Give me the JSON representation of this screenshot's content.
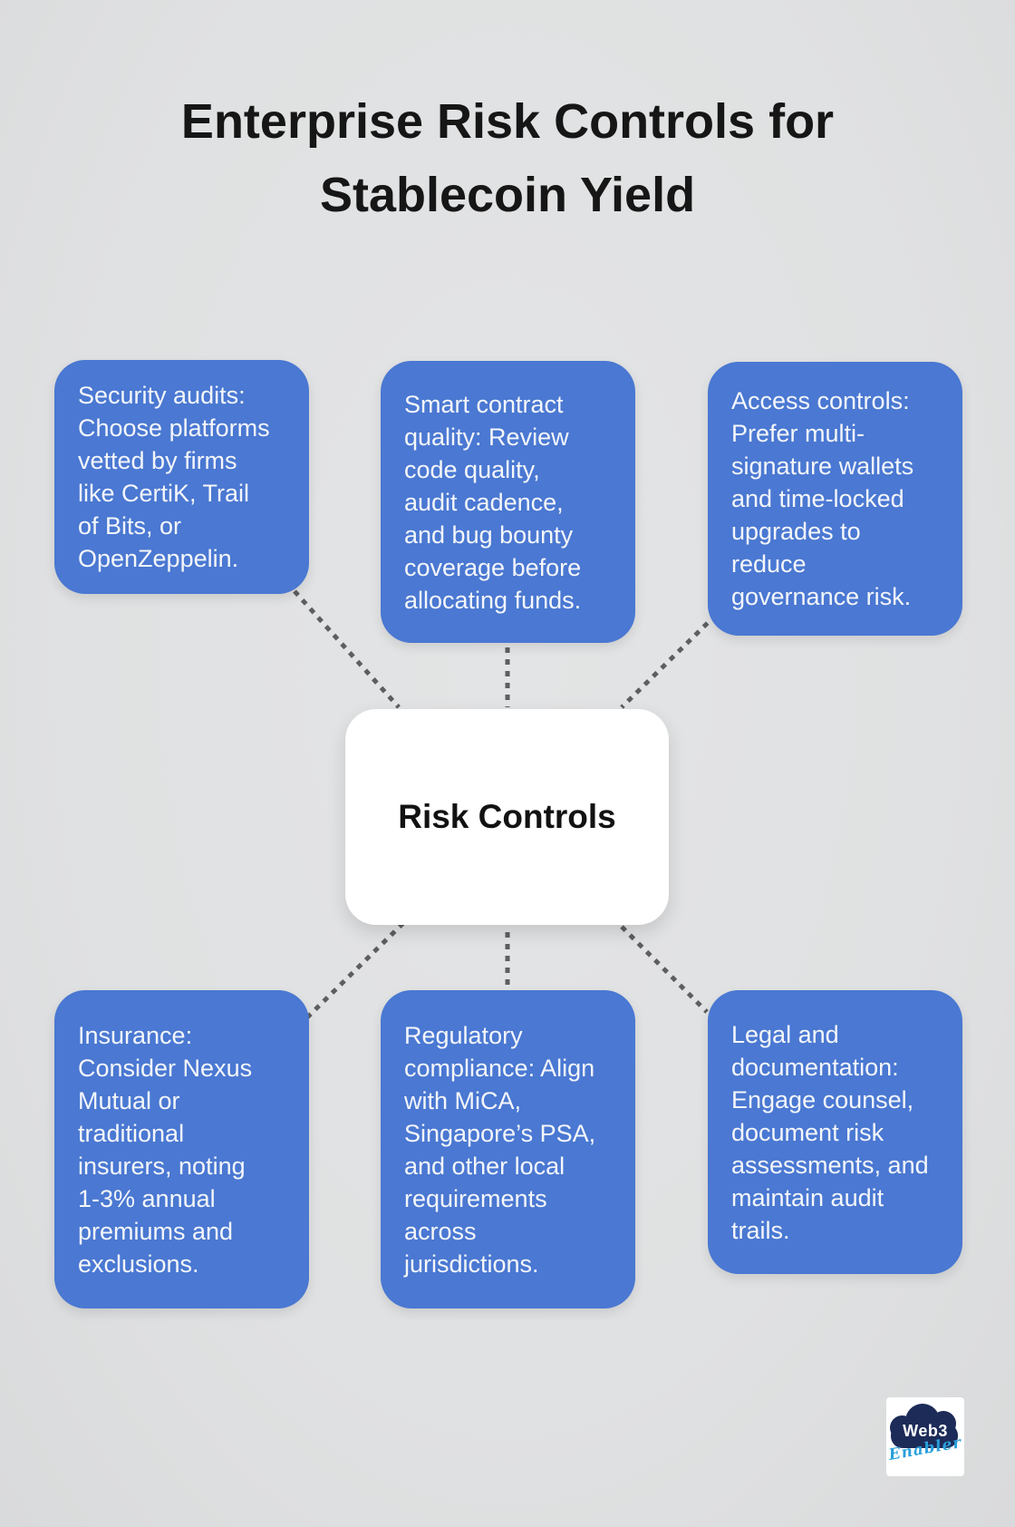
{
  "title": {
    "text": "Enterprise Risk Controls for\nStablecoin Yield"
  },
  "center_node": {
    "label": "Risk Controls"
  },
  "nodes": [
    {
      "id": "security-audits",
      "text": "Security audits:\nChoose platforms\nvetted by firms\nlike CertiK, Trail\nof Bits, or\nOpenZeppelin."
    },
    {
      "id": "smart-contract-quality",
      "text": "Smart contract\nquality: Review\ncode quality,\naudit cadence,\nand bug bounty\ncoverage before\nallocating funds."
    },
    {
      "id": "access-controls",
      "text": "Access controls:\nPrefer multi-\nsignature wallets\nand time-locked\nupgrades to\nreduce\ngovernance risk."
    },
    {
      "id": "insurance",
      "text": "Insurance:\nConsider Nexus\nMutual or\ntraditional\ninsurers, noting\n1-3% annual\npremiums and\nexclusions."
    },
    {
      "id": "regulatory-compliance",
      "text": "Regulatory\ncompliance: Align\nwith MiCA,\nSingapore’s PSA,\nand other local\nrequirements\nacross\njurisdictions."
    },
    {
      "id": "legal-documentation",
      "text": "Legal and\ndocumentation:\nEngage counsel,\ndocument risk\nassessments, and\nmaintain audit\ntrails."
    }
  ],
  "logo": {
    "brand": "Web3",
    "sub": "Enabler"
  },
  "colors": {
    "background": "#e0e1e2",
    "node_fill": "#4a78d2",
    "node_text": "#f4f6fa",
    "center_fill": "#ffffff",
    "title_text": "#161616",
    "connector": "#5d5e5f",
    "logo_navy": "#1d2b58",
    "logo_blue": "#29a0dc"
  }
}
